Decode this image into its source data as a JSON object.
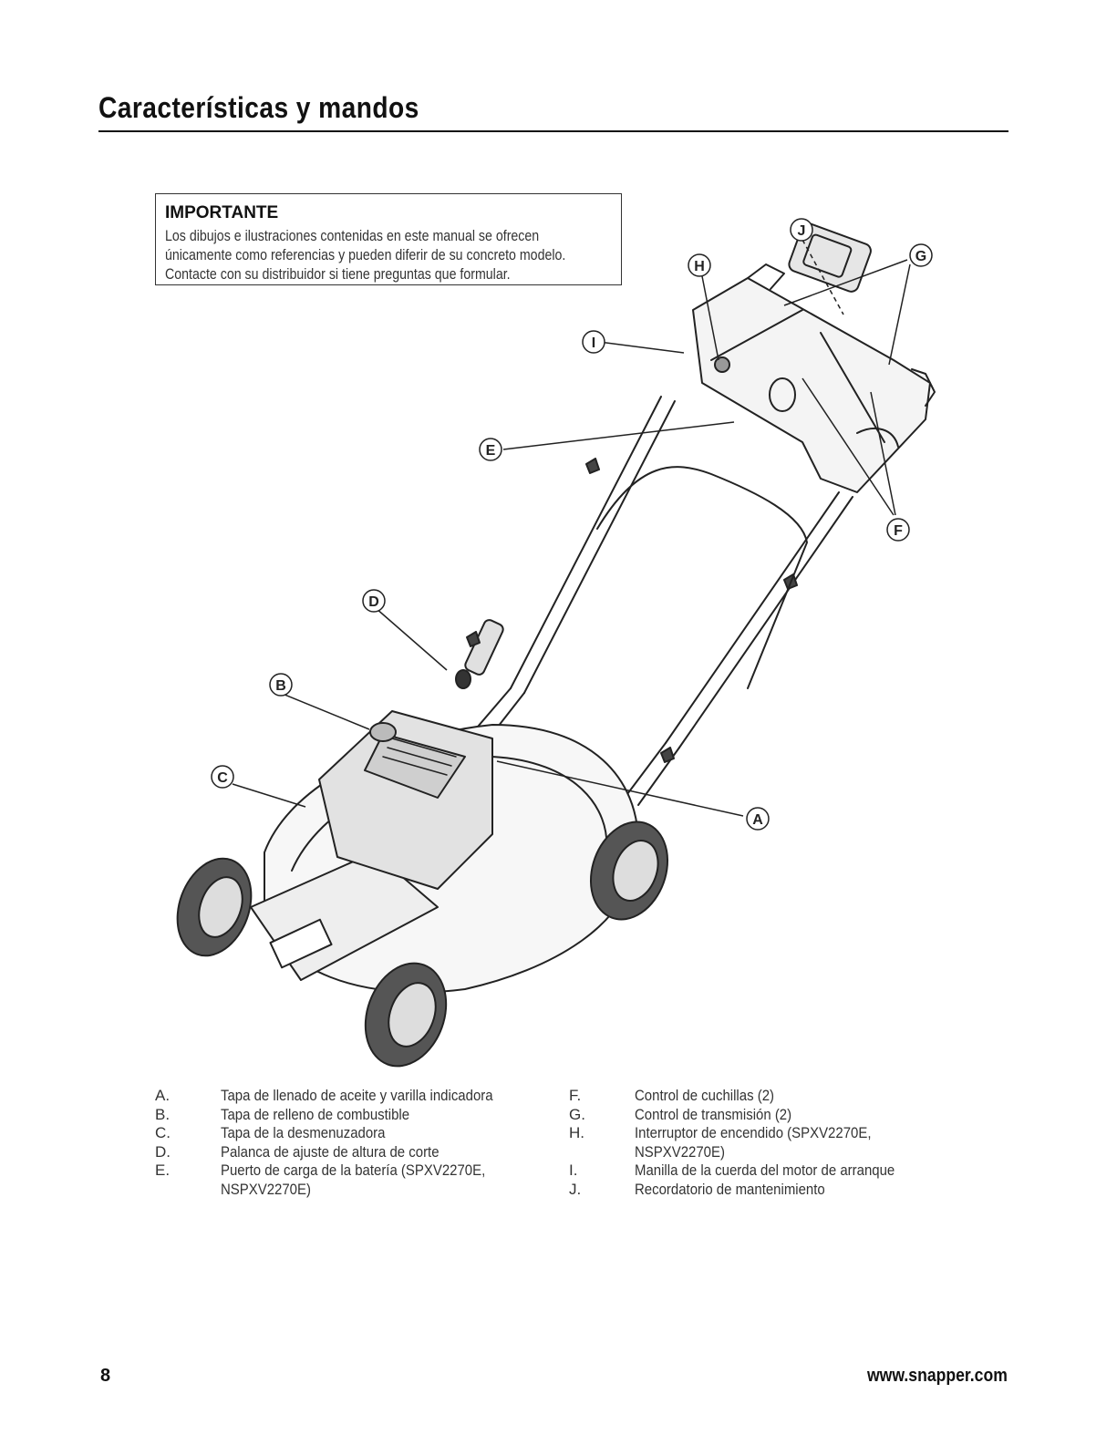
{
  "page": {
    "title": "Características y mandos",
    "page_number": "8",
    "website": "www.snapper.com"
  },
  "notice": {
    "heading": "IMPORTANTE",
    "lines": [
      "Los dibujos e ilustraciones contenidas en este manual se ofrecen",
      "únicamente como referencias y pueden diferir de su concreto modelo.",
      "Contacte con su distribuidor si tiene preguntas que formular."
    ]
  },
  "callouts": [
    "A",
    "B",
    "C",
    "D",
    "E",
    "F",
    "G",
    "H",
    "I",
    "J"
  ],
  "legend": {
    "left": [
      {
        "letter": "A.",
        "text": "Tapa de llenado de aceite y varilla indicadora"
      },
      {
        "letter": "B.",
        "text": "Tapa de relleno de combustible"
      },
      {
        "letter": "C.",
        "text": "Tapa de la desmenuzadora"
      },
      {
        "letter": "D.",
        "text": "Palanca de ajuste de altura de corte"
      },
      {
        "letter": "E.",
        "text": "Puerto de carga de la batería (SPXV2270E, NSPXV2270E)"
      }
    ],
    "right": [
      {
        "letter": "F.",
        "text": "Control de cuchillas (2)"
      },
      {
        "letter": "G.",
        "text": "Control de transmisión (2)"
      },
      {
        "letter": "H.",
        "text": "Interruptor de encendido (SPXV2270E, NSPXV2270E)"
      },
      {
        "letter": "I.",
        "text": "Manilla de la cuerda del motor de arranque"
      },
      {
        "letter": "J.",
        "text": "Recordatorio de mantenimiento"
      }
    ]
  }
}
